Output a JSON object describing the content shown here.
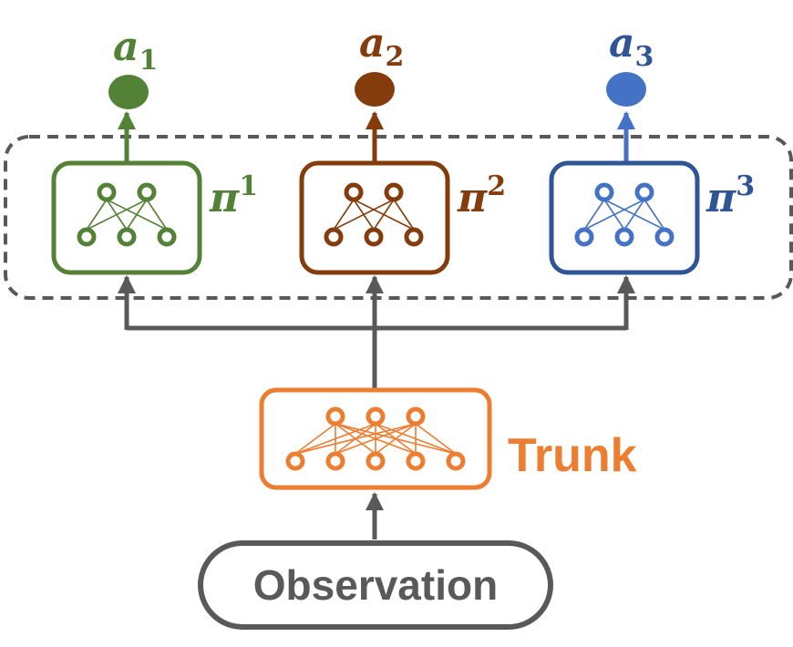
{
  "colors": {
    "policy_1": "#538135",
    "policy_2": "#843c0c",
    "policy_3": "#2f5597",
    "policy_3_action": "#4472c4",
    "trunk": "#ed7d31",
    "neutral": "#595959",
    "dashed_group": "#595959",
    "background": "#ffffff"
  },
  "actions": [
    {
      "symbol": "a",
      "subscript": "1"
    },
    {
      "symbol": "a",
      "subscript": "2"
    },
    {
      "symbol": "a",
      "subscript": "3"
    }
  ],
  "policies": [
    {
      "symbol": "π",
      "superscript": "1",
      "icon": "neural-network-icon"
    },
    {
      "symbol": "π",
      "superscript": "2",
      "icon": "neural-network-icon"
    },
    {
      "symbol": "π",
      "superscript": "3",
      "icon": "neural-network-icon"
    }
  ],
  "trunk": {
    "label": "Trunk",
    "icon": "neural-network-icon"
  },
  "observation": {
    "label": "Observation"
  }
}
